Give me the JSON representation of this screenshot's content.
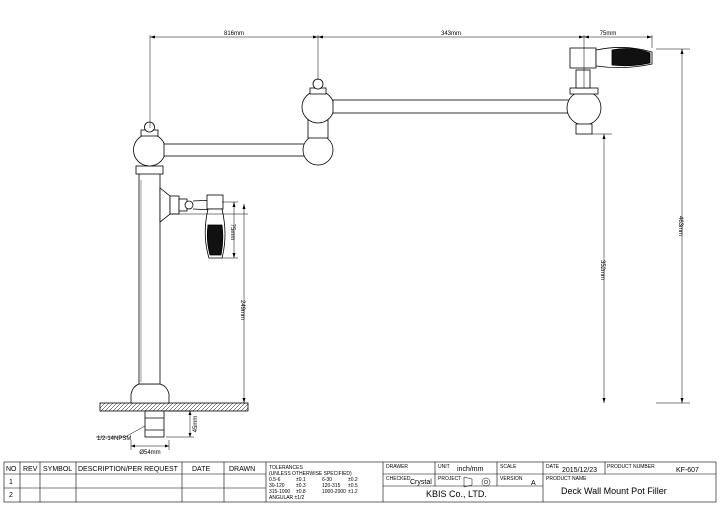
{
  "dimensions": {
    "top_left": "816mm",
    "top_mid": "343mm",
    "top_right": "75mm",
    "height_right": "463mm",
    "height_spout": "352mm",
    "height_valve": "249mm",
    "handle": "75mm",
    "shank": "45mm",
    "base_dia": "Ø54mm",
    "thread": "1/2-14NPSM"
  },
  "revision_table": {
    "headers": [
      "NO",
      "REV",
      "SYMBOL",
      "DESCRIPTION/PER REQUEST",
      "DATE",
      "DRAWN"
    ],
    "rows": [
      [
        "1",
        "",
        "",
        "",
        "",
        ""
      ],
      [
        "2",
        "",
        "",
        "",
        "",
        ""
      ]
    ]
  },
  "tolerances": {
    "title": "TOLERANCES",
    "subtitle": "(UNLESS OTHERWISE SPECIFIED)",
    "lines": [
      [
        "0.5-6",
        "±0.1",
        "6-30",
        "±0.2"
      ],
      [
        "30-120",
        "±0.3",
        "120-315",
        "±0.5"
      ],
      [
        "315-1000",
        "±0.8",
        "1000-2000",
        "±1.2"
      ]
    ],
    "angular": "ANGULAR  ±1/2"
  },
  "title_block": {
    "drawer_label": "DRAWER",
    "checked_label": "CHECKED",
    "checked_value": "Crystal",
    "unit_label": "UNIT",
    "unit_value": "inch/mm",
    "project_label": "PROJECT",
    "scale_label": "SCALE",
    "version_label": "VERSION",
    "version_value": "A",
    "date_label": "DATE",
    "date_value": "2015/12/23",
    "product_number_label": "PRODUCT NUMBER",
    "product_number_value": "KF-607",
    "product_name_label": "PRODUCT NAME",
    "product_name_value": "Deck Wall Mount Pot Filler",
    "company": "KBIS Co., LTD."
  }
}
